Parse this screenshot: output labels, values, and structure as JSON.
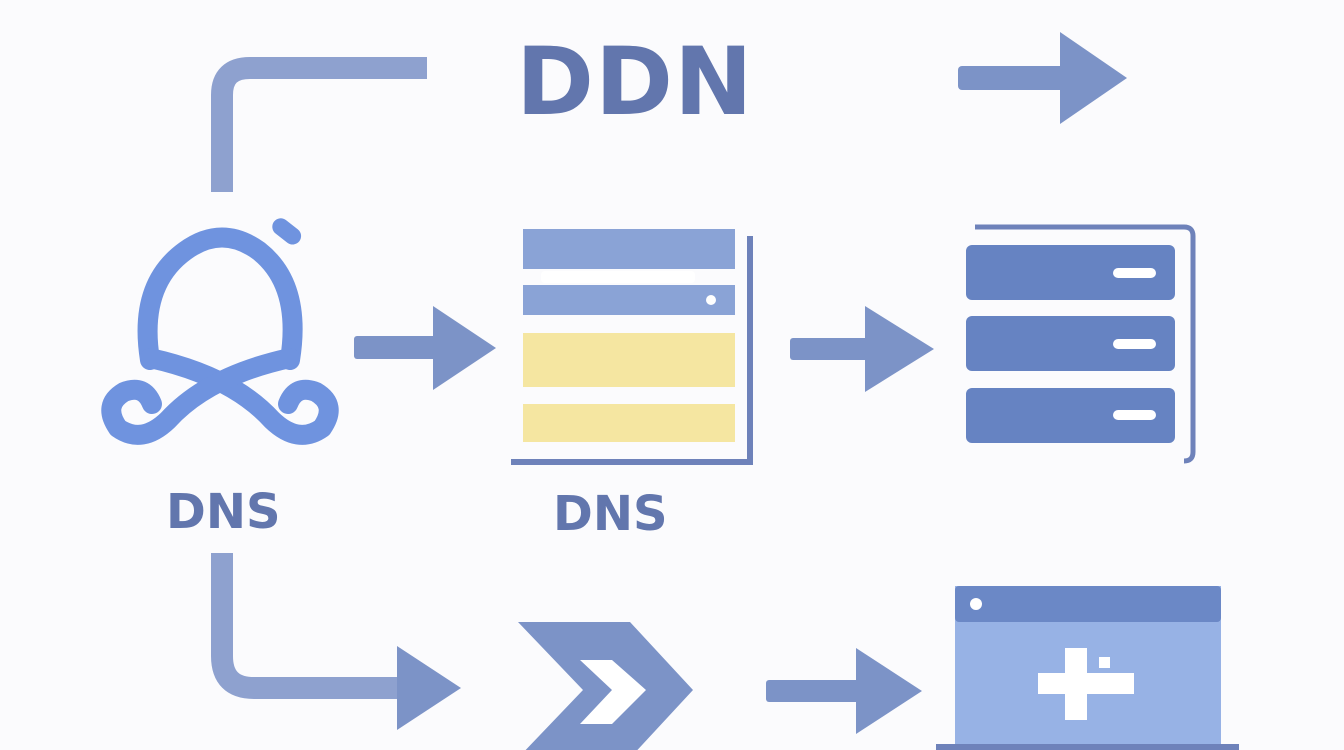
{
  "labels": {
    "top": "DDN",
    "client": "DNS",
    "resolver": "DNS"
  },
  "icons": {
    "client": "user-node-icon",
    "resolver": "dns-server-panel-icon",
    "origin": "server-rack-icon",
    "edge": "double-chevron-icon",
    "browser": "browser-window-icon"
  },
  "colors": {
    "text": "#6276ad",
    "arrow": "#7c93c7",
    "connector": "#8ea1cf",
    "client_outline": "#6f93df",
    "panel_light": "#8aa3d6",
    "panel_yellow": "#f5e6a1",
    "frame": "#6e82ba",
    "server_unit": "#6683c2",
    "browser_bar": "#6b88c6",
    "browser_body": "#97b2e5",
    "white": "#ffffff"
  }
}
